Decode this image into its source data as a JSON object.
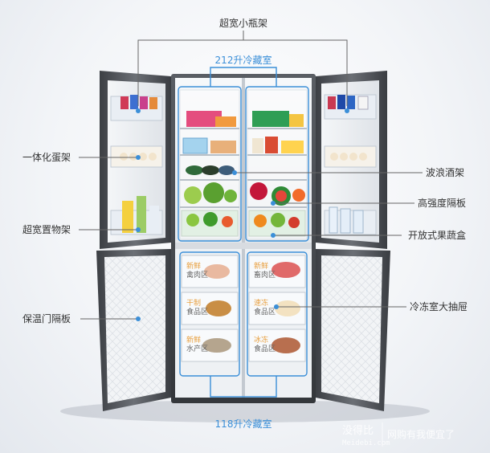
{
  "labels": {
    "top_bottle_rack": "超宽小瓶架",
    "top_compartment": "212升冷藏室",
    "egg_rack": "一体化蛋架",
    "wine_rack": "波浪酒架",
    "high_strength_shelf": "高强度隔板",
    "wide_storage_rack": "超宽置物架",
    "open_crisper": "开放式果蔬盒",
    "freezer_drawer": "冷冻室大抽屉",
    "insulated_door_shelf": "保温门隔板",
    "bottom_compartment": "118升冷藏室"
  },
  "drawers": {
    "left": [
      {
        "line1": "新鲜",
        "line2": "禽肉区"
      },
      {
        "line1": "干制",
        "line2": "食品区"
      },
      {
        "line1": "新鲜",
        "line2": "水产区"
      }
    ],
    "right": [
      {
        "line1": "新鲜",
        "line2": "畜肉区"
      },
      {
        "line1": "速冻",
        "line2": "食品区"
      },
      {
        "line1": "冰冻",
        "line2": "食品区"
      }
    ]
  },
  "watermark": {
    "brand": "没得比",
    "url": "Meidebi.com",
    "slogan": "网购有我便宜了"
  },
  "colors": {
    "callout_blue": "#3b8fd8",
    "callout_line": "#666666",
    "label_text": "#333333",
    "fridge_shell": "#4a4d52"
  }
}
